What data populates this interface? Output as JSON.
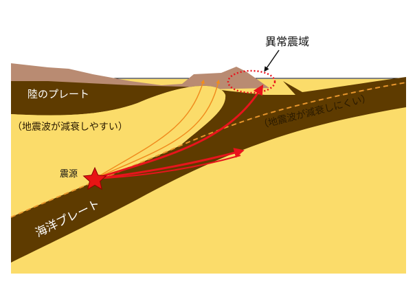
{
  "labels": {
    "anomaly_zone": "異常震域",
    "continental_plate": "陸のプレート",
    "attenuates_easily": "（地震波が減衰しやすい）",
    "attenuates_hardly": "（地震波が減衰しにくい）",
    "hypocenter": "震源",
    "oceanic_plate": "海洋プレート"
  },
  "colors": {
    "mantle": "#FBDC6A",
    "plate": "#5E3B00",
    "land": "#B98B72",
    "wave_strong": "#E8141C",
    "wave_weak": "#F08C1E",
    "plate_boundary": "#E8962C",
    "star": "#E81414"
  },
  "icons": {
    "hypocenter": "star-icon",
    "anomaly_zone": "dotted-ellipse"
  }
}
